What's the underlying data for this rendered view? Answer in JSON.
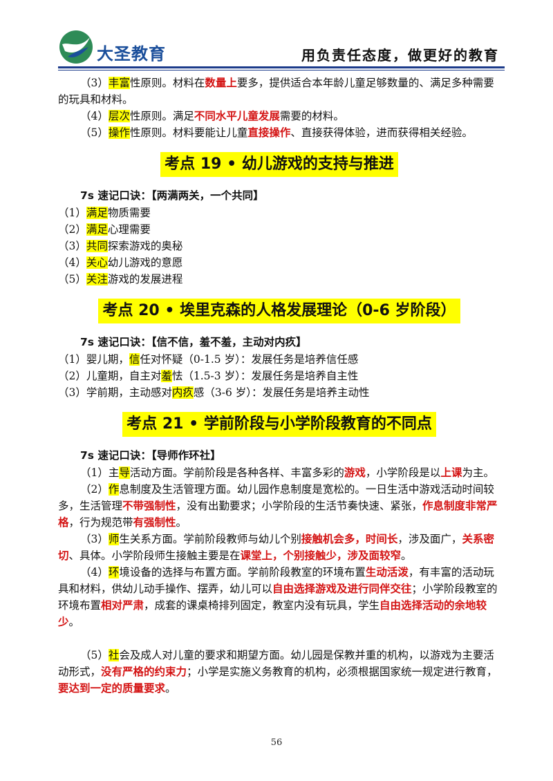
{
  "header": {
    "brand": "大圣教育",
    "slogan": "用负责任态度，做更好的教育"
  },
  "intro": {
    "p3": {
      "pre": "（3）",
      "hl": "丰富",
      "t1": "性原则。材料在",
      "red1": "数量上",
      "t2": "要多，提供适合本年龄儿童足够数量的、满足多种需要的玩具和材料。"
    },
    "p4": {
      "pre": "（4）",
      "hl": "层次",
      "t1": "性原则。满足",
      "red1": "不同水平儿童发展",
      "t2": "需要的材料。"
    },
    "p5": {
      "pre": "（5）",
      "hl": "操作",
      "t1": "性原则。材料要能让儿童",
      "red1": "直接操作",
      "t2": "、直接获得体验，进而获得相关经验。"
    }
  },
  "sec19": {
    "title": "考点 19 • 幼儿游戏的支持与推进",
    "mnemonic": "7s 速记口诀：【两满两关，一个共同】",
    "items": [
      {
        "pre": "（1）",
        "hl": "满足",
        "t": "物质需要"
      },
      {
        "pre": "（2）",
        "hl": "满足",
        "t": "心理需要"
      },
      {
        "pre": "（3）",
        "hl": "共同",
        "t": "探索游戏的奥秘"
      },
      {
        "pre": "（4）",
        "hl": "关心",
        "t": "幼儿游戏的意愿"
      },
      {
        "pre": "（5）",
        "hl": "关注",
        "t": "游戏的发展进程"
      }
    ]
  },
  "sec20": {
    "title": "考点 20 • 埃里克森的人格发展理论（0-6 岁阶段）",
    "mnemonic": "7s 速记口诀：【信不信，羞不羞，主动对内疚】",
    "items": [
      {
        "pre": "（1）婴儿期，",
        "hl": "信",
        "t": "任对怀疑（0-1.5 岁）：发展任务是培养信任感"
      },
      {
        "pre": "（2）儿童期，自主对",
        "hl": "羞",
        "t": "怯（1.5-3 岁）：发展任务是培养自主性"
      },
      {
        "pre": "（3）学前期，主动感对",
        "hl": "内疚",
        "t": "感（3-6 岁）：发展任务是培养主动性"
      }
    ]
  },
  "sec21": {
    "title": "考点 21 • 学前阶段与小学阶段教育的不同点",
    "mnemonic": "7s 速记口诀：【导师作环社】",
    "p1": {
      "pre": "（1）主",
      "hl": "导",
      "t1": "活动方面。学前阶段是各种各样、丰富多彩的",
      "r1": "游戏",
      "t2": "，小学阶段是以",
      "r2": "上课",
      "t3": "为主。"
    },
    "p2": {
      "pre": "（2）",
      "hl": "作",
      "t1": "息制度及生活管理方面。幼儿园作息制度是宽松的。一日生活中游戏活动时间较多，生活管理",
      "r1": "不带强制性",
      "t2": "，没有出勤要求；小学阶段的生活节奏快速、紧张，",
      "r2": "作息制度非常严格",
      "t3": "，行为规范带",
      "r3": "有强制性",
      "t4": "。"
    },
    "p3": {
      "pre": "（3）",
      "hl": "师",
      "t1": "生关系方面。学前阶段教师与幼儿个别",
      "r1": "接触机会多，时间长",
      "t2": "，涉及面广，",
      "r2": "关系密切",
      "t3": "、具体。小学阶段师生接触主要是在",
      "r3": "课堂上，个别接触少，涉及面较窄",
      "t4": "。"
    },
    "p4": {
      "pre": "（4）",
      "hl": "环",
      "t1": "境设备的选择与布置方面。学前阶段教室的环境布置",
      "r1": "生动活泼",
      "t2": "，有丰富的活动玩具和材料，供幼儿动手操作、摆弄，幼儿可以",
      "r2": "自由选择游戏及进行同伴交往",
      "t3": "；小学阶段教室的环境布置",
      "r3": "相对严肃",
      "t4": "，成套的课桌椅排列固定，教室内没有玩具，学生",
      "r4": "自由选择活动的余地较少",
      "t5": "。"
    },
    "p5": {
      "pre": "（5）",
      "hl": "社",
      "t1": "会及成人对儿童的要求和期望方面。幼儿园是保教并重的机构，以游戏为主要活动形式，",
      "r1": "没有严格的约束力",
      "t2": "；小学是实施义务教育的机构，必须根据国家统一规定进行教育，",
      "r2": "要达到一定的质量要求",
      "t3": "。"
    }
  },
  "page_number": "56",
  "colors": {
    "highlight": "#ffff00",
    "red": "#d41414",
    "brand": "#1b4f9b"
  }
}
